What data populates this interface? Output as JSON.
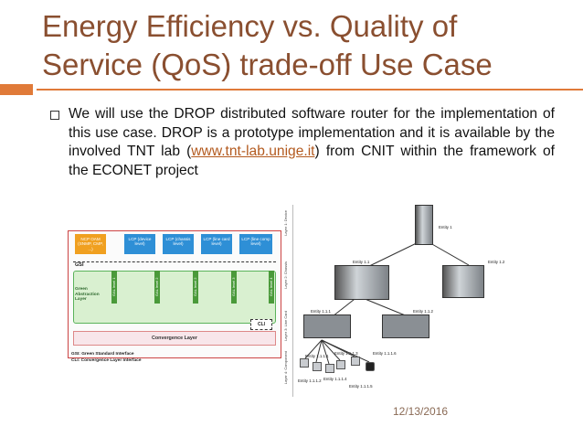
{
  "slide": {
    "title": "Energy Efficiency vs. Quality of Service (QoS) trade-off Use Case",
    "bullet_text_1": "We will use the DROP distributed software router for the implementation of this use case. DROP is a prototype implementation and it is available by the involved TNT lab (",
    "bullet_link": "www.tnt-lab.unige.it",
    "bullet_text_2": ") from CNIT within the framework of the ECONET project",
    "date": "12/13/2016",
    "accent_color": "#e07a39",
    "title_color": "#8a4f30"
  },
  "diagram": {
    "top_boxes": [
      {
        "label": "NCP   OAM (SNMP, CMP, ...)",
        "color": "orange"
      },
      {
        "label": "LCP (device level)",
        "color": "blue"
      },
      {
        "label": "LCP (chassis level)",
        "color": "blue"
      },
      {
        "label": "LCP (line card level)",
        "color": "blue"
      },
      {
        "label": "LCP (line comp level)",
        "color": "blue"
      }
    ],
    "gsi_label": "GSI",
    "green_layer_label": "Green Abstraction Layer",
    "gal_levels": [
      "GAL level 1",
      "GAL level 2",
      "GAL level 2",
      "GAL level 3",
      "GAL level 4"
    ],
    "cli_label": "CLI",
    "convergence_label": "Convergence Layer",
    "legend": [
      "GSI: Green Standard Interface",
      "CLI: Convergence Layer Interface"
    ]
  },
  "hierarchy": {
    "layers": [
      "Layer 1: Device",
      "Layer 2: Chassis",
      "Layer 3: Line Card",
      "Layer 4: Component"
    ],
    "entities": {
      "e1": "Entity 1",
      "e11": "Entity 1.1",
      "e12": "Entity 1.2",
      "e111": "Entity 1.1.1",
      "e112": "Entity 1.1.2",
      "e1111": "Entity 1.1.1.1",
      "e1112": "Entity 1.1.1.2",
      "e1113": "Entity 1.1.1.3",
      "e1114": "Entity 1.1.1.4",
      "e1115": "Entity 1.1.1.5",
      "e1116": "Entity 1.1.1.6"
    }
  }
}
